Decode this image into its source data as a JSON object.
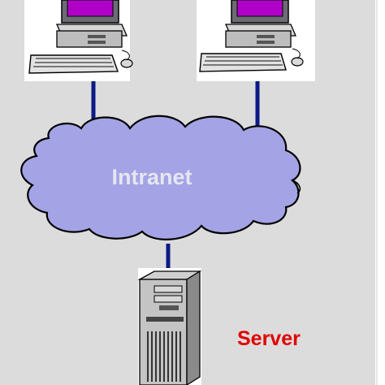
{
  "diagram": {
    "labels": {
      "network": "Intranet",
      "server": "Server"
    },
    "nodes": [
      {
        "id": "workstation-left",
        "kind": "desktop-computer"
      },
      {
        "id": "workstation-right",
        "kind": "desktop-computer"
      },
      {
        "id": "intranet-cloud",
        "kind": "network-cloud"
      },
      {
        "id": "server",
        "kind": "tower-server"
      }
    ],
    "links": [
      {
        "from": "workstation-left",
        "to": "intranet-cloud"
      },
      {
        "from": "workstation-right",
        "to": "intranet-cloud"
      },
      {
        "from": "intranet-cloud",
        "to": "server"
      }
    ],
    "colors": {
      "background": "#dcdcdc",
      "cloud_fill": "#a3a3e6",
      "cloud_outline": "#000000",
      "network_label": "#e6e6ef",
      "link": "#0b1a86",
      "server_label": "#e00000"
    }
  }
}
